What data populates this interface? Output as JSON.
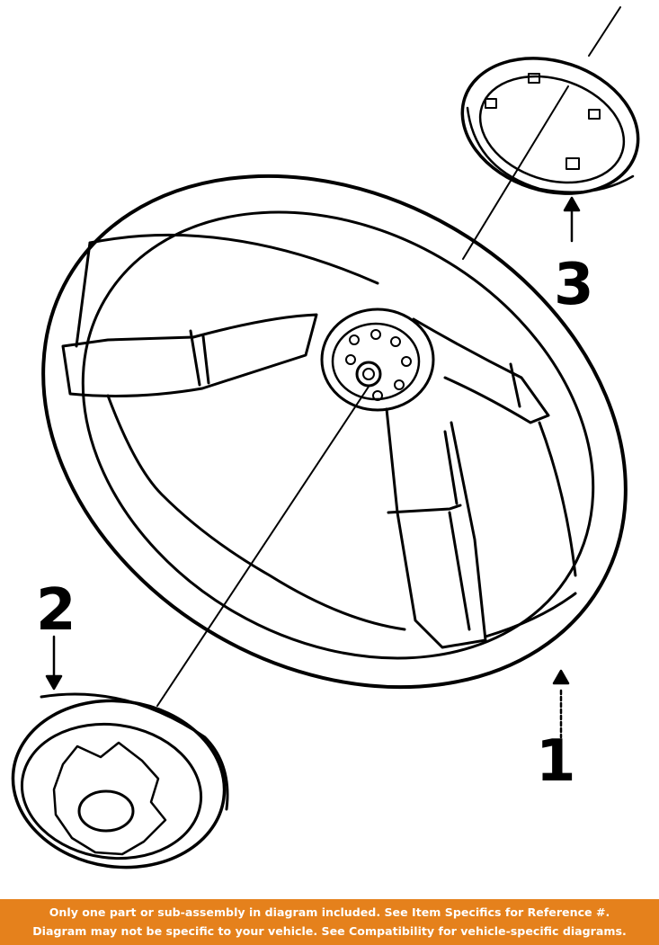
{
  "colors": {
    "line": "#000000",
    "background": "#ffffff",
    "banner_background": "#e5811c",
    "banner_text": "#ffffff"
  },
  "callouts": [
    {
      "number": "1"
    },
    {
      "number": "2"
    },
    {
      "number": "3"
    }
  ],
  "banner": {
    "line1": "Only one part or sub-assembly in diagram included. See Item Specifics for Reference #.",
    "line2": "Diagram may not be specific to your vehicle. See Compatibility for vehicle-specific diagrams."
  }
}
